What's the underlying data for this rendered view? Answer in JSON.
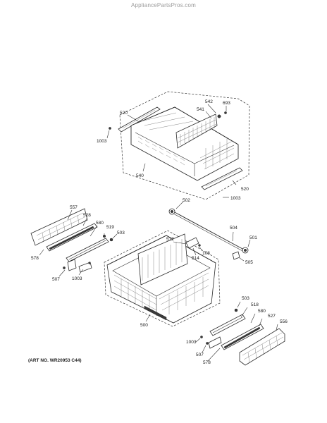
{
  "watermark": "AppliancePartsPros.com",
  "art_number": "(ART NO. WR20953 C44)",
  "callouts": {
    "c520a": "520",
    "c542": "542",
    "c693": "693",
    "c541": "541",
    "c1003a": "1003",
    "c540": "540",
    "c520b": "520",
    "c1003b": "1003",
    "c502": "502",
    "c504": "504",
    "c501": "501",
    "c505": "505",
    "c557": "557",
    "c528": "528",
    "c580a": "580",
    "c519": "519",
    "c503a": "503",
    "c578a": "578",
    "c507a": "507",
    "c1003c": "1003",
    "c512": "512",
    "c108": "108",
    "c514": "514",
    "c500": "500",
    "c503b": "503",
    "c518": "518",
    "c580b": "580",
    "c527": "527",
    "c556": "556",
    "c1003d": "1003",
    "c507b": "507",
    "c578b": "578"
  }
}
